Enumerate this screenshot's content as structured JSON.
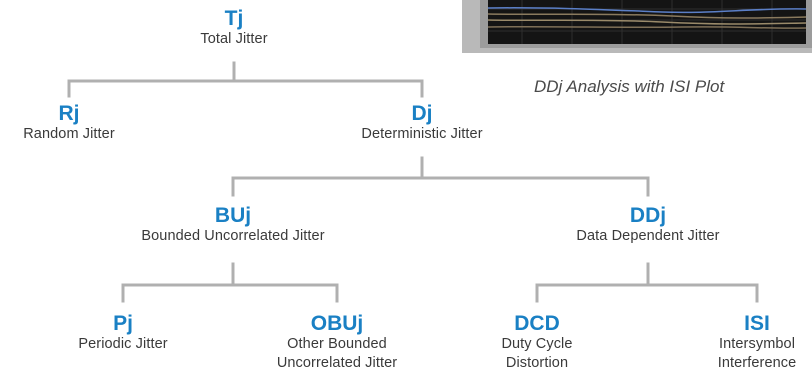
{
  "nodes": {
    "tj": {
      "abbr": "Tj",
      "desc": "Total Jitter"
    },
    "rj": {
      "abbr": "Rj",
      "desc": "Random Jitter"
    },
    "dj": {
      "abbr": "Dj",
      "desc": "Deterministic Jitter"
    },
    "buj": {
      "abbr": "BUj",
      "desc": "Bounded Uncorrelated Jitter"
    },
    "ddj": {
      "abbr": "DDj",
      "desc": "Data Dependent Jitter"
    },
    "pj": {
      "abbr": "Pj",
      "desc": "Periodic Jitter"
    },
    "obuj": {
      "abbr": "OBUj",
      "desc": "Other Bounded\nUncorrelated Jitter"
    },
    "dcd": {
      "abbr": "DCD",
      "desc": "Duty Cycle\nDistortion"
    },
    "isi": {
      "abbr": "ISI",
      "desc": "Intersymbol\nInterference"
    }
  },
  "figure": {
    "caption": "DDj Analysis with ISI Plot"
  },
  "colors": {
    "accent": "#1a80c4",
    "text": "#3a3a3a",
    "connector": "#b0b0b0"
  }
}
